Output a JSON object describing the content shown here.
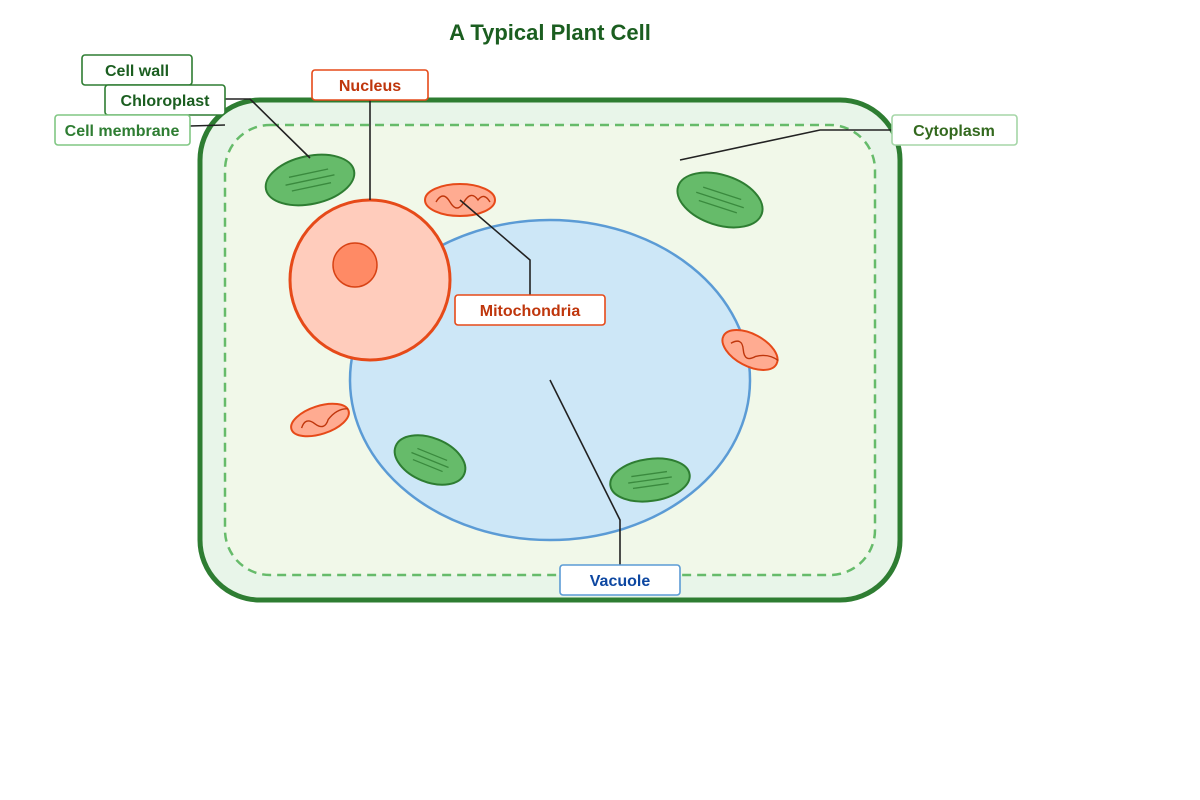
{
  "title": "A Typical Plant Cell",
  "labels": {
    "cell_wall": "Cell wall",
    "chloroplast": "Chloroplast",
    "cell_membrane": "Cell membrane",
    "nucleus": "Nucleus",
    "mitochondria": "Mitochondria",
    "cytoplasm": "Cytoplasm",
    "vacuole": "Vacuole"
  },
  "colors": {
    "title": "#1b5e20",
    "cell_wall": "#2e7d32",
    "cell_fill": "#e8f5e9",
    "cytoplasm_fill": "#f1f8e9",
    "membrane": "#66bb6a",
    "vacuole_fill": "#cde7f7",
    "vacuole_stroke": "#5b9bd5",
    "nucleus_fill": "#ffccbc",
    "nucleus_stroke": "#e64a19",
    "nucleolus_fill": "#ff8a65",
    "chloroplast_fill": "#66bb6a",
    "chloroplast_stroke": "#2e7d32",
    "mito_fill": "#ffab91",
    "mito_stroke": "#e64a19",
    "leader": "#222222",
    "label_green_text": "#1b5e20",
    "label_red_text": "#bf360c",
    "label_blue_text": "#0d47a1"
  }
}
